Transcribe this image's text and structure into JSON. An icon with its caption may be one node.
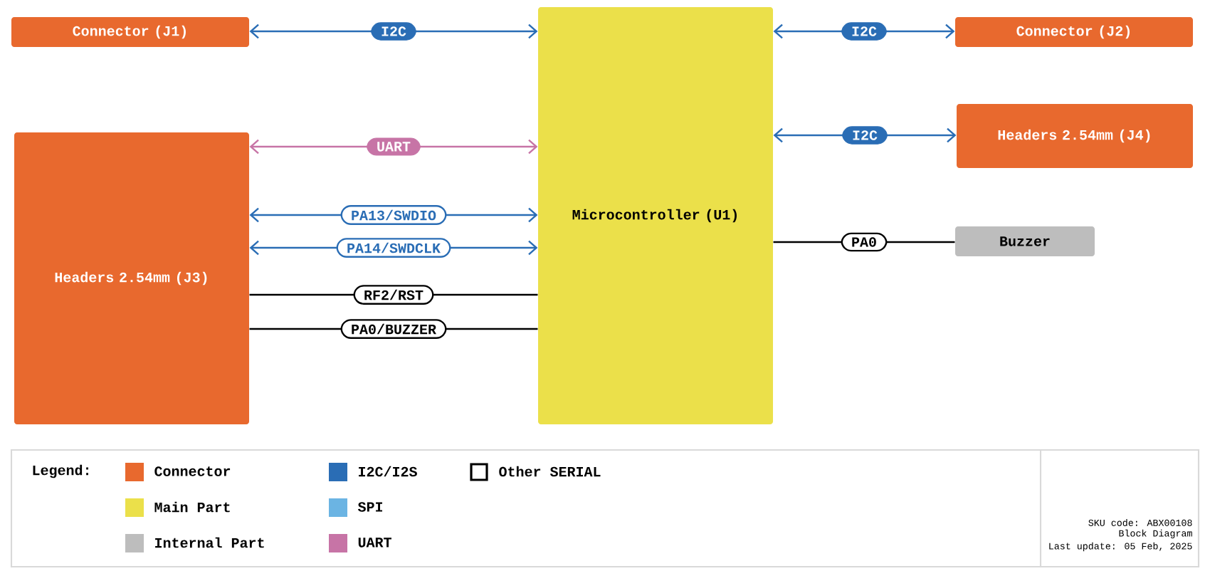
{
  "diagram": {
    "nodes": [
      {
        "text": [
          "Connector (J1)"
        ]
      },
      {
        "text": [
          "Microcontroller (U1)"
        ]
      },
      {
        "text": [
          "Connector (J2)"
        ]
      },
      {
        "text": [
          "Headers 2.54mm (J4)"
        ]
      },
      {
        "text": [
          "Headers 2.54mm (J3)"
        ]
      },
      {
        "text": [
          "Buzzer"
        ]
      }
    ],
    "edges": [
      {
        "from": 0,
        "to": 1,
        "arrow": "both",
        "label": "I2C"
      },
      {
        "from": 1,
        "to": 2,
        "arrow": "both",
        "label": "I2C"
      },
      {
        "from": 1,
        "to": 3,
        "arrow": "both",
        "label": "I2C"
      },
      {
        "from": 4,
        "to": 1,
        "arrow": "both",
        "label": "UART",
        "color": "#c774a6"
      },
      {
        "from": 4,
        "to": 1,
        "arrow": "both",
        "label": "PA13/SWDIO"
      },
      {
        "from": 4,
        "to": 1,
        "arrow": "both",
        "label": "PA14/SWDCLK"
      },
      {
        "from": 4,
        "to": 1,
        "arrow": "none",
        "label": "RF2/RST",
        "color": "#000000"
      },
      {
        "from": 4,
        "to": 1,
        "arrow": "none",
        "label": "PA0/BUZZER",
        "color": "#000000"
      },
      {
        "from": 1,
        "to": 5,
        "arrow": "none",
        "label": "PA0",
        "color": "#000000"
      }
    ],
    "labels": [
      "Legend:",
      "SKU code: ABX00108",
      "Block Diagram",
      "Last update: 05 Feb, 2025"
    ],
    "legend": [
      {
        "text": "Connector",
        "color": "#e8692e"
      },
      {
        "text": "Main Part",
        "color": "#ebe04a"
      },
      {
        "text": "Internal Part",
        "color": "#bdbdbd"
      },
      {
        "text": "I2C/I2S",
        "color": "#2a6db5"
      },
      {
        "text": "SPI",
        "color": "#6bb4e3"
      },
      {
        "text": "UART",
        "color": "#c774a6"
      },
      {
        "text": "Other SERIAL"
      }
    ]
  }
}
